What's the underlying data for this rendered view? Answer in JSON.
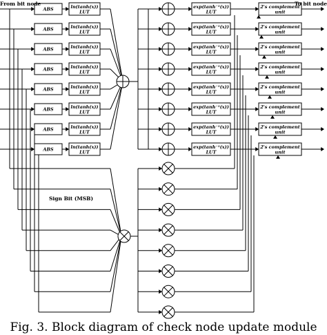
{
  "labels": {
    "from_bit_node": "From bit node",
    "to_bit_node": "To bit node",
    "sign_bit": "Sign Bit (MSB)"
  },
  "blocks": {
    "abs": "ABS",
    "ln_lut_line1": "ln(tanh(x))",
    "ln_lut_line2": "LUT",
    "exp_lut_line1": "exp(tanh⁻¹(x))",
    "exp_lut_line2": "LUT",
    "twos_line1": "2's complement",
    "twos_line2": "unit"
  },
  "operators": {
    "adder": "⊕",
    "multiplier": "⊗"
  },
  "caption": "Fig. 3. Block diagram of check node update module",
  "rows": 8
}
